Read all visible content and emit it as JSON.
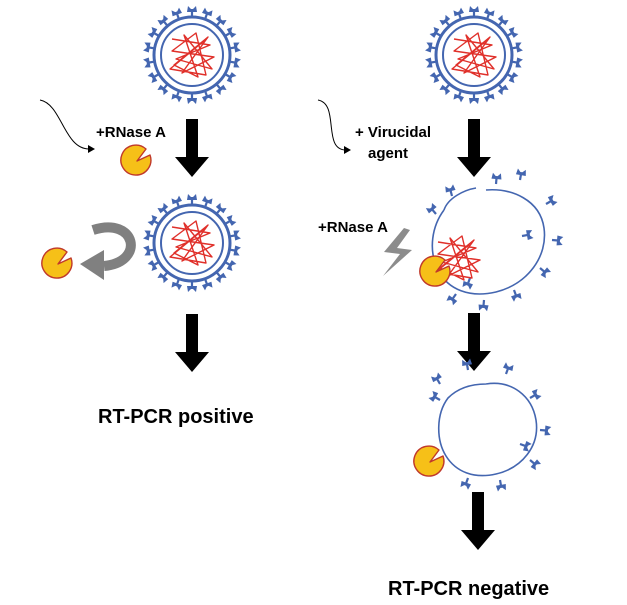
{
  "labels": {
    "rnase_left": "+RNase A",
    "virucidal_line1": "+ Virucidal",
    "virucidal_line2": "agent",
    "rnase_right": "+RNase A",
    "result_positive": "RT-PCR positive",
    "result_negative": "RT-PCR negative"
  },
  "colors": {
    "capsid_blue": "#4466b0",
    "rna_red": "#e0302a",
    "enzyme_fill": "#f6c018",
    "enzyme_stroke": "#c0392b",
    "arrow_black": "#000000",
    "bounce_gray": "#808080"
  },
  "icons": {
    "intact_virus": "virus-intact-icon",
    "disrupted_virus": "virus-disrupted-icon",
    "rnase_enzyme": "rnase-enzyme-icon",
    "process_arrow": "down-arrow-icon",
    "repel_arrow": "curved-return-arrow-icon",
    "lightning": "lightning-bolt-icon"
  }
}
